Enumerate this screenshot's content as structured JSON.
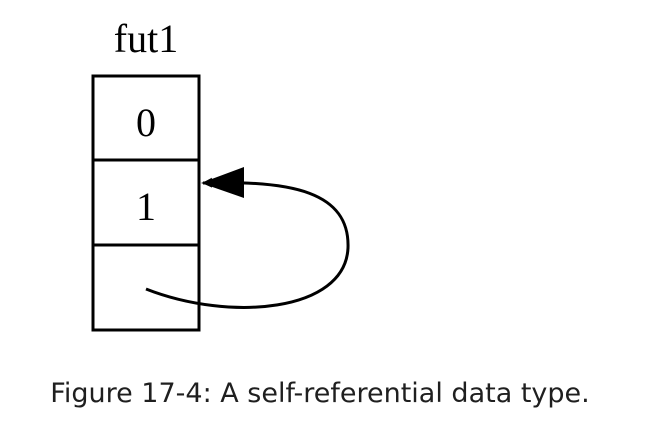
{
  "diagram": {
    "title": "fut1",
    "cells": [
      "0",
      "1",
      ""
    ],
    "colors": {
      "stroke": "#000000",
      "background": "#ffffff",
      "caption_text": "#1f1f1f"
    }
  },
  "caption": "Figure 17-4: A self-referential data type."
}
